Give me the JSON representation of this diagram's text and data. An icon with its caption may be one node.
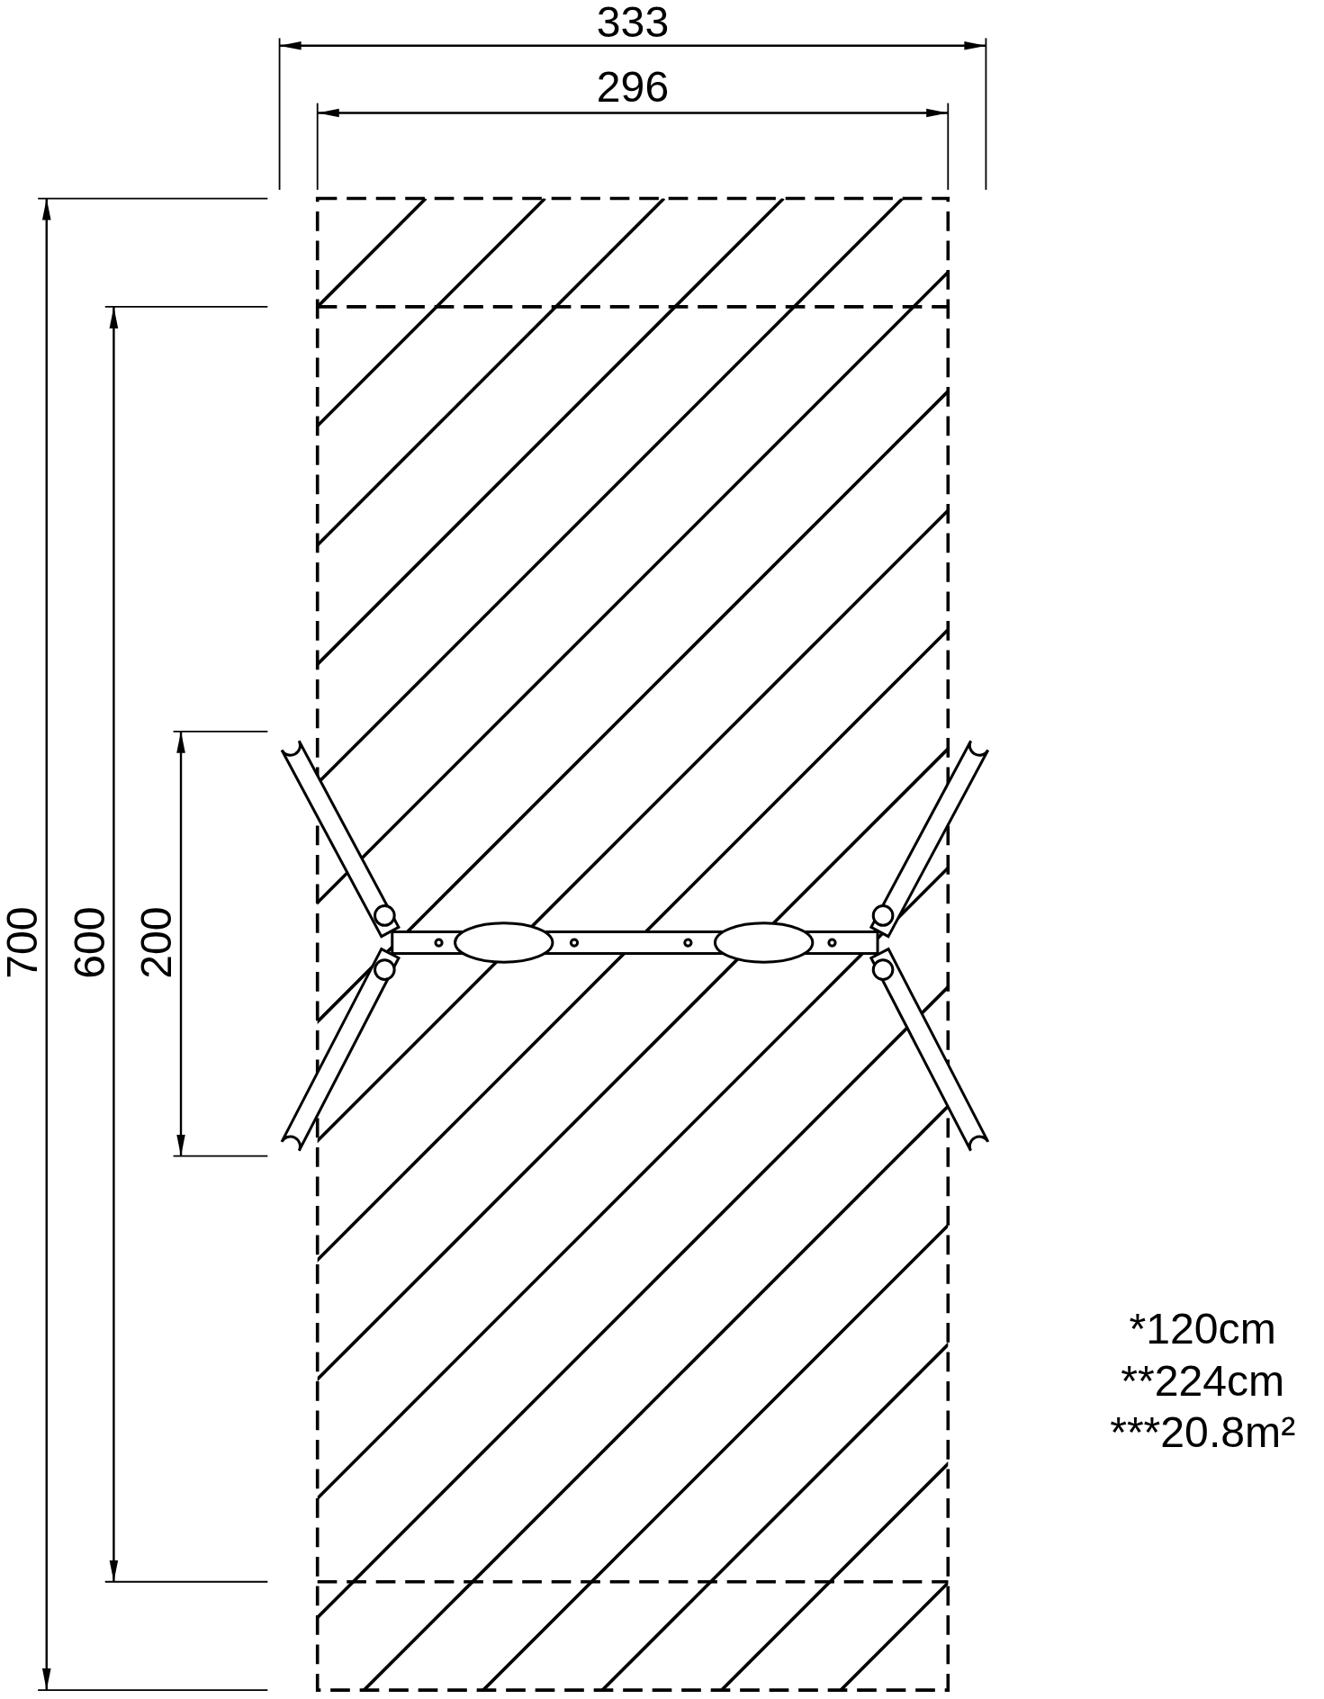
{
  "diagram": {
    "labels": [
      "333",
      "296",
      "700",
      "600",
      "200",
      "*120cm",
      "**224cm",
      "***20.8m²"
    ]
  }
}
